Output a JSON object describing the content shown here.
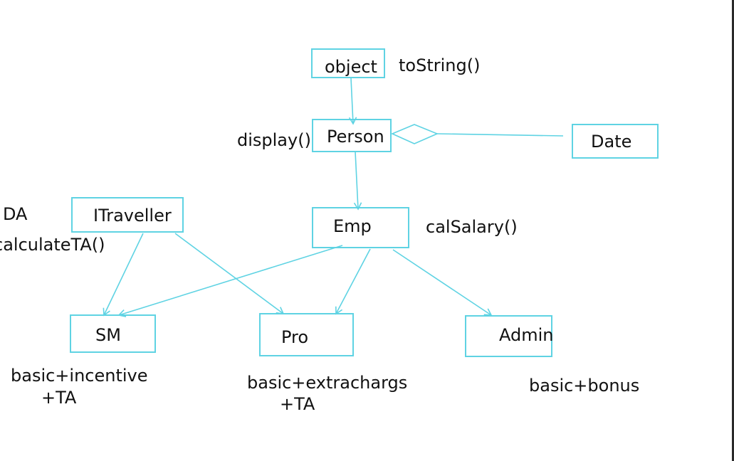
{
  "diagram": {
    "accent_color": "#5fd3e3",
    "nodes": {
      "object": "object",
      "person": "Person",
      "date": "Date",
      "itraveller": "ITraveller",
      "emp": "Emp",
      "sm": "SM",
      "pro": "Pro",
      "admin": "Admin"
    },
    "annotations": {
      "tostring": "toString()",
      "display": "display()",
      "da": "DA",
      "calculateta": "calculateTA()",
      "calsalary": "calSalary()",
      "sm_formula_1": "basic+incentive",
      "sm_formula_2": "+TA",
      "pro_formula_1": "basic+extrachargs",
      "pro_formula_2": "+TA",
      "admin_formula": "basic+bonus"
    }
  }
}
